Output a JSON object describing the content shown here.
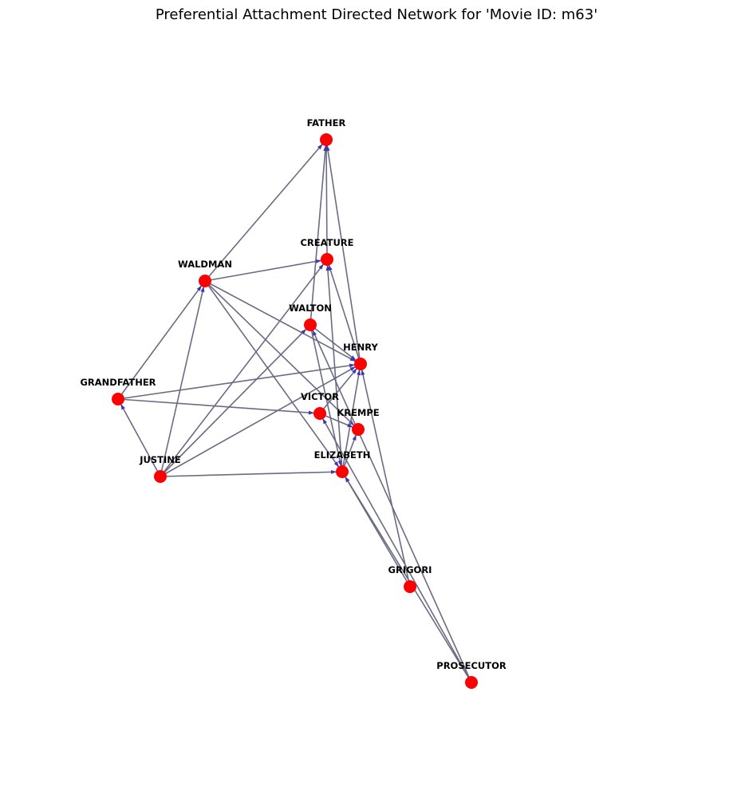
{
  "title": "Preferential Attachment Directed Network for 'Movie ID: m63'",
  "colors": {
    "node": "#ff0000",
    "edge": "#6b6b85",
    "arrow": "#3b3bb0"
  },
  "nodes": [
    {
      "id": "FATHER",
      "label": "FATHER"
    },
    {
      "id": "CREATURE",
      "label": "CREATURE"
    },
    {
      "id": "WALDMAN",
      "label": "WALDMAN"
    },
    {
      "id": "WALTON",
      "label": "WALTON"
    },
    {
      "id": "HENRY",
      "label": "HENRY"
    },
    {
      "id": "GRANDFATHER",
      "label": "GRANDFATHER"
    },
    {
      "id": "VICTOR",
      "label": "VICTOR"
    },
    {
      "id": "KREMPE",
      "label": "KREMPE"
    },
    {
      "id": "ELIZABETH",
      "label": "ELIZABETH"
    },
    {
      "id": "JUSTINE",
      "label": "JUSTINE"
    },
    {
      "id": "GRIGORI",
      "label": "GRIGORI"
    },
    {
      "id": "PROSECUTOR",
      "label": "PROSECUTOR"
    }
  ],
  "edges": [
    [
      "WALDMAN",
      "FATHER"
    ],
    [
      "CREATURE",
      "FATHER"
    ],
    [
      "WALTON",
      "FATHER"
    ],
    [
      "HENRY",
      "FATHER"
    ],
    [
      "WALDMAN",
      "CREATURE"
    ],
    [
      "JUSTINE",
      "CREATURE"
    ],
    [
      "HENRY",
      "CREATURE"
    ],
    [
      "ELIZABETH",
      "CREATURE"
    ],
    [
      "WALDMAN",
      "HENRY"
    ],
    [
      "GRANDFATHER",
      "WALDMAN"
    ],
    [
      "JUSTINE",
      "WALDMAN"
    ],
    [
      "WALDMAN",
      "ELIZABETH"
    ],
    [
      "WALDMAN",
      "KREMPE"
    ],
    [
      "WALTON",
      "HENRY"
    ],
    [
      "WALTON",
      "ELIZABETH"
    ],
    [
      "JUSTINE",
      "WALTON"
    ],
    [
      "PROSECUTOR",
      "WALTON"
    ],
    [
      "GRANDFATHER",
      "HENRY"
    ],
    [
      "JUSTINE",
      "HENRY"
    ],
    [
      "ELIZABETH",
      "HENRY"
    ],
    [
      "VICTOR",
      "HENRY"
    ],
    [
      "GRIGORI",
      "HENRY"
    ],
    [
      "GRANDFATHER",
      "VICTOR"
    ],
    [
      "JUSTINE",
      "GRANDFATHER"
    ],
    [
      "VICTOR",
      "KREMPE"
    ],
    [
      "PROSECUTOR",
      "VICTOR"
    ],
    [
      "JUSTINE",
      "ELIZABETH"
    ],
    [
      "ELIZABETH",
      "KREMPE"
    ],
    [
      "PROSECUTOR",
      "ELIZABETH"
    ],
    [
      "GRIGORI",
      "ELIZABETH"
    ]
  ]
}
